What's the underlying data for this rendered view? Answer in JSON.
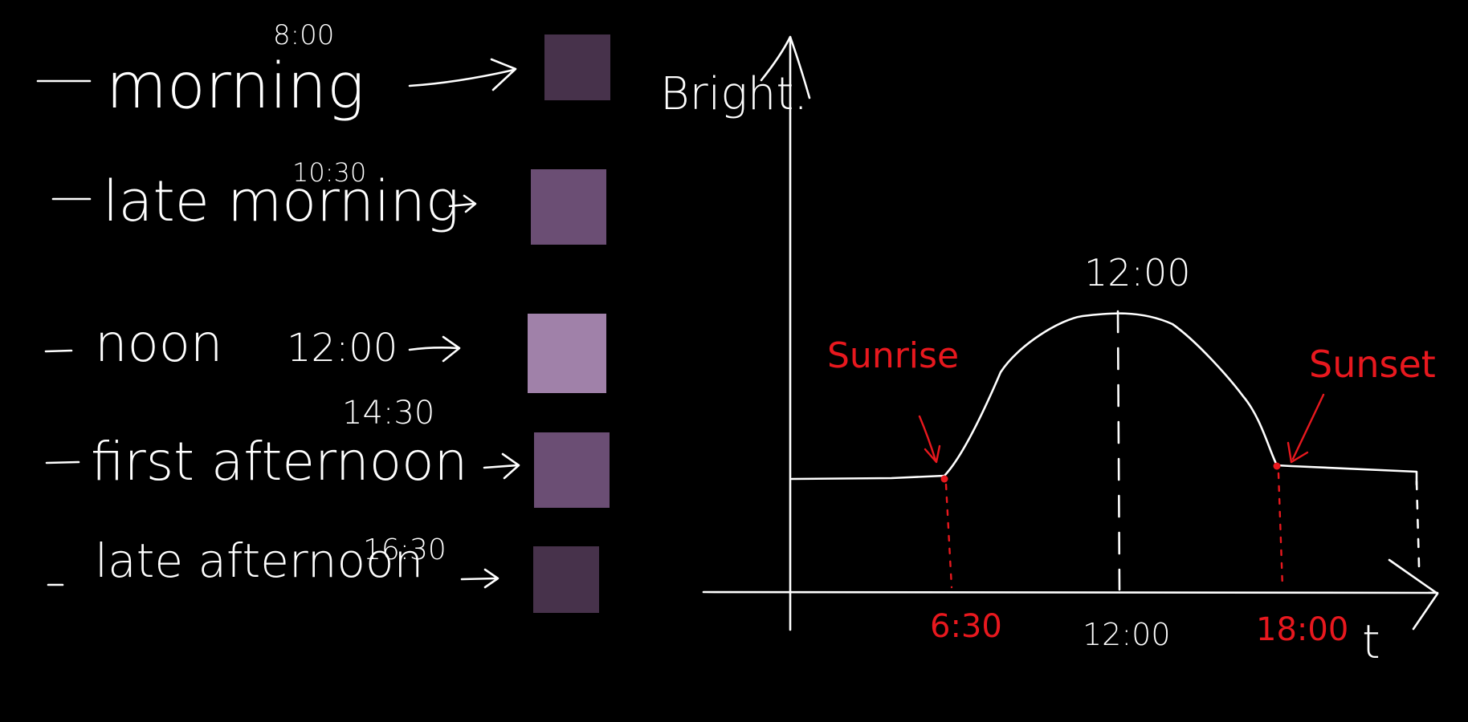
{
  "legend": [
    {
      "label": "morning",
      "time": "8:00",
      "color": "#47324b"
    },
    {
      "label": "late morning",
      "time": "10:30",
      "color": "#6b4e74"
    },
    {
      "label": "noon",
      "time": "12:00",
      "color": "#a081a9"
    },
    {
      "label": "first afternoon",
      "time": "14:30",
      "color": "#6b4e74"
    },
    {
      "label": "late afternoon",
      "time": "16:30",
      "color": "#47324b"
    }
  ],
  "graph": {
    "y_label": "Bright.",
    "x_label": "t",
    "peak_label": "12:00",
    "sunrise_label": "Sunrise",
    "sunset_label": "Sunset",
    "ticks": {
      "sunrise": "6:30",
      "noon": "12:00",
      "sunset": "18:00"
    }
  },
  "colors": {
    "background": "#000000",
    "ink": "#ffffff",
    "accent": "#e8181e"
  }
}
